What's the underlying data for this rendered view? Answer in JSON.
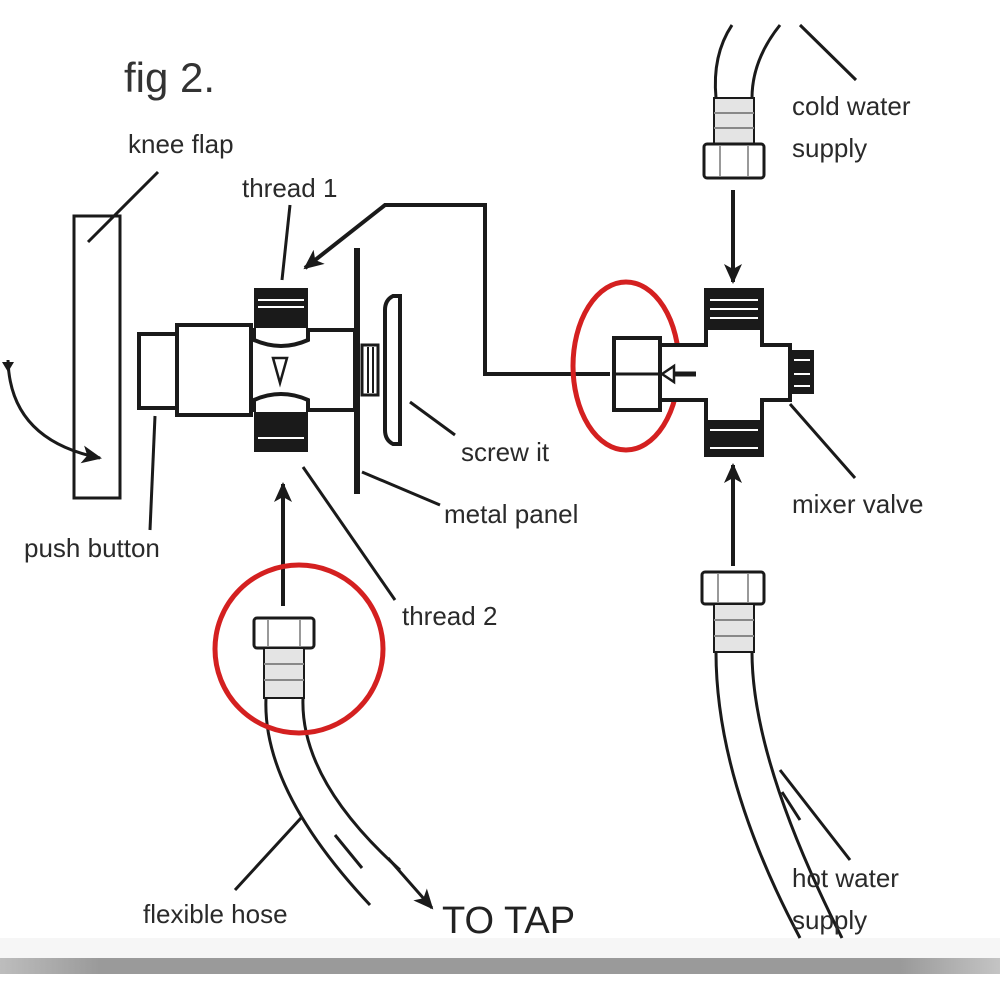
{
  "figure": {
    "title": "fig 2.",
    "labels": {
      "knee_flap": "knee flap",
      "thread_1": "thread 1",
      "thread_2": "thread 2",
      "push_button": "push button",
      "screw_it": "screw it",
      "metal_panel": "metal panel",
      "cold_water_line1": "cold water",
      "cold_water_line2": "supply",
      "mixer_valve": "mixer valve",
      "hot_water_line1": "hot water",
      "hot_water_line2": "supply",
      "flexible_hose": "flexible hose",
      "to_tap": "TO TAP"
    },
    "colors": {
      "ink": "#1a1a1a",
      "highlight": "#d42020"
    }
  }
}
